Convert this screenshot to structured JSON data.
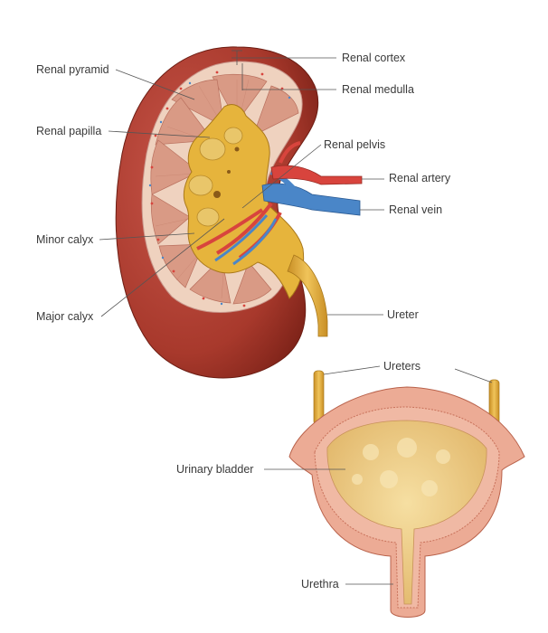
{
  "labels": {
    "renal_pyramid": "Renal pyramid",
    "renal_papilla": "Renal papilla",
    "minor_calyx": "Minor calyx",
    "major_calyx": "Major calyx",
    "renal_cortex": "Renal cortex",
    "renal_medulla": "Renal medulla",
    "renal_pelvis": "Renal pelvis",
    "renal_artery": "Renal artery",
    "renal_vein": "Renal vein",
    "ureter": "Ureter",
    "ureters": "Ureters",
    "urinary_bladder": "Urinary bladder",
    "urethra": "Urethra"
  },
  "colors": {
    "kidney_capsule": "#a8392c",
    "cortex": "#efd2bf",
    "medulla": "#d99a85",
    "pelvis": "#e6b43c",
    "artery": "#d8443d",
    "vein": "#4a86c8",
    "ureter": "#dca83a",
    "bladder_wall": "#e89a82",
    "bladder_lumen": "#f2d48e"
  }
}
